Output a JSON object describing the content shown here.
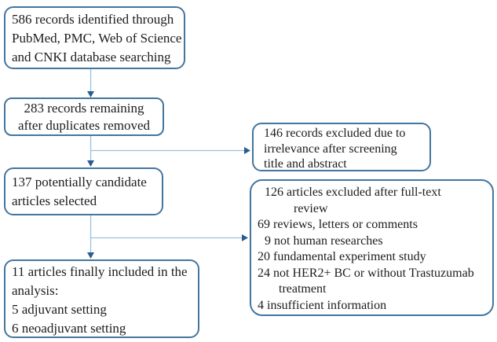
{
  "boxes": {
    "identified": {
      "lines": [
        "586 records identified through",
        "PubMed, PMC, Web of Science",
        "and CNKI database searching"
      ]
    },
    "deduplicated": {
      "lines": [
        "283 records remaining",
        "after duplicates removed"
      ]
    },
    "excluded_screening": {
      "lines": [
        "146 records excluded due to",
        "irrelevance after screening",
        "title and abstract"
      ]
    },
    "candidates": {
      "lines": [
        "137 potentially candidate",
        "articles selected"
      ]
    },
    "excluded_fulltext": {
      "lines": [
        "126 articles excluded after full-text",
        "review",
        "69 reviews, letters or comments",
        "9 not human researches",
        "20 fundamental experiment study",
        "24 not HER2+ BC or without Trastuzumab",
        "treatment",
        "4 insufficient information"
      ]
    },
    "included": {
      "lines": [
        "11 articles finally included in the",
        "analysis:",
        "5 adjuvant setting",
        "6 neoadjuvant setting"
      ]
    }
  },
  "colors": {
    "box_border": "#44759e",
    "connector_line": "#9cc0e0",
    "arrowhead": "#2a5d8f",
    "text": "#1c1c1c"
  }
}
